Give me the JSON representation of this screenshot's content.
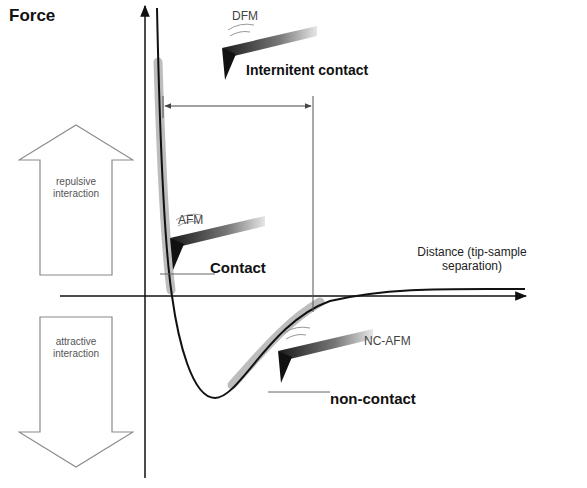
{
  "diagram": {
    "nodes": [
      {
        "text": [
          "repulsive interaction"
        ]
      },
      {
        "text": [
          "attractive interaction"
        ]
      }
    ],
    "labels": [
      "Force",
      "DFM",
      "Internitent contact",
      "AFM",
      "Contact",
      "Distance (tip-sample separation)",
      "NC-AFM",
      "non-contact"
    ]
  }
}
